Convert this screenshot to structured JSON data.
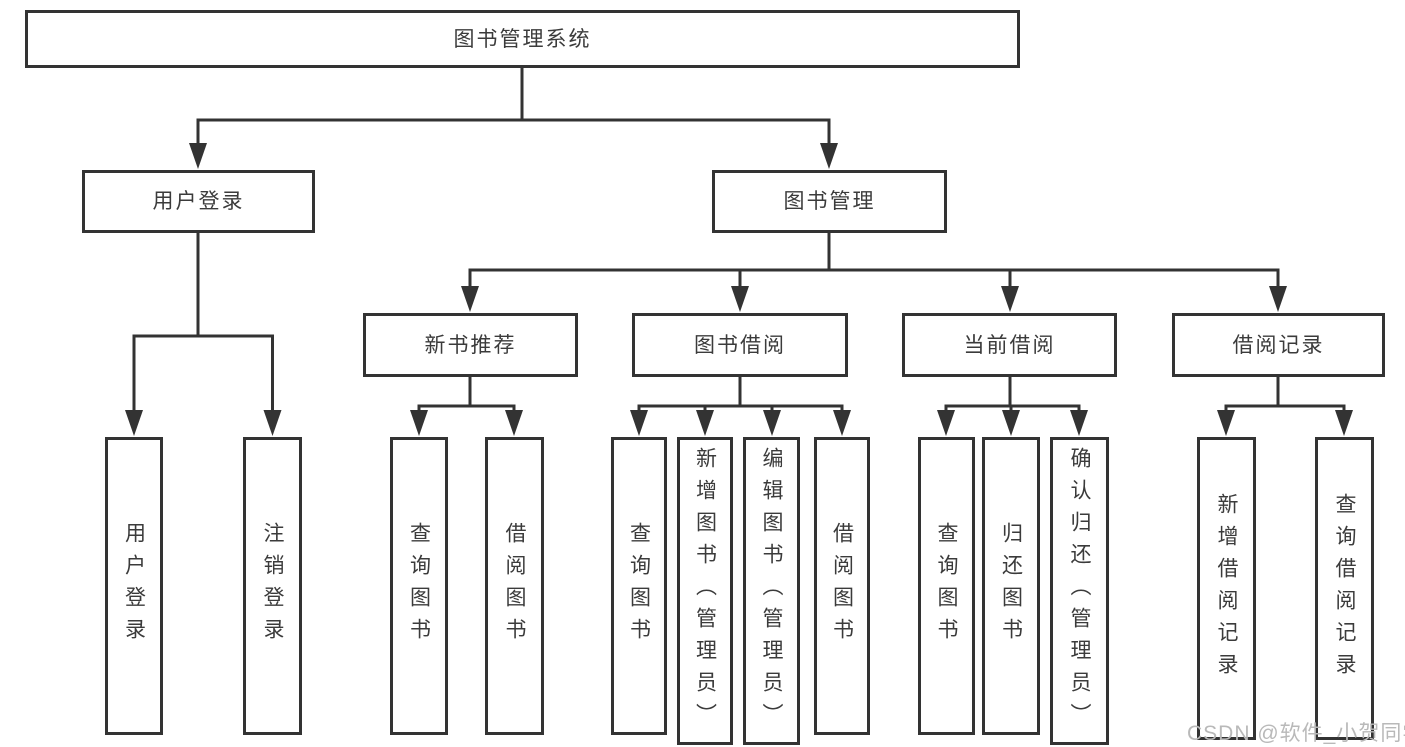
{
  "title": "图书管理系统",
  "watermark": "CSDN @软件_小贺同学",
  "colors": {
    "line": "#333333",
    "box_border": "#333333",
    "box_fill": "#ffffff",
    "text": "#3b3b3b",
    "watermark": "#b9b9b9",
    "background": "#ffffff"
  },
  "nodes": {
    "root": {
      "label": "图书管理系统"
    },
    "user_login_group": {
      "label": "用户登录"
    },
    "book_mgmt": {
      "label": "图书管理"
    },
    "user_login": {
      "label": "用户登录"
    },
    "logout_login": {
      "label": "注销登录"
    },
    "new_book_rec": {
      "label": "新书推荐"
    },
    "book_borrow": {
      "label": "图书借阅"
    },
    "current_borrow": {
      "label": "当前借阅"
    },
    "borrow_records": {
      "label": "借阅记录"
    },
    "rec_query_book": {
      "label": "查询图书"
    },
    "rec_borrow_book": {
      "label": "借阅图书"
    },
    "bb_query_book": {
      "label": "查询图书"
    },
    "bb_add_book": {
      "label": "新增图书（管理员）"
    },
    "bb_edit_book": {
      "label": "编辑图书（管理员）"
    },
    "bb_borrow_book": {
      "label": "借阅图书"
    },
    "cb_query_book": {
      "label": "查询图书"
    },
    "cb_return_book": {
      "label": "归还图书"
    },
    "cb_confirm_return": {
      "label": "确认归还（管理员）"
    },
    "br_add_record": {
      "label": "新增借阅记录"
    },
    "br_query_record": {
      "label": "查询借阅记录"
    }
  },
  "hierarchy": {
    "图书管理系统": {
      "用户登录": [
        "用户登录",
        "注销登录"
      ],
      "图书管理": {
        "新书推荐": [
          "查询图书",
          "借阅图书"
        ],
        "图书借阅": [
          "查询图书",
          "新增图书（管理员）",
          "编辑图书（管理员）",
          "借阅图书"
        ],
        "当前借阅": [
          "查询图书",
          "归还图书",
          "确认归还（管理员）"
        ],
        "借阅记录": [
          "新增借阅记录",
          "查询借阅记录"
        ]
      }
    }
  }
}
